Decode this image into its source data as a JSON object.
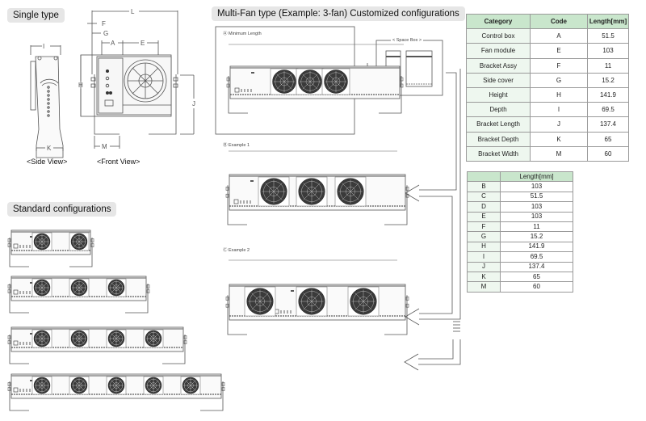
{
  "sections": {
    "single_type": "Single type",
    "multi_fan": "Multi-Fan type (Example: 3-fan) Customized configurations",
    "standard": "Standard configurations"
  },
  "single_views": {
    "side_view": "<Side View>",
    "front_view": "<Front View>"
  },
  "multi_fan_examples": {
    "a_label": "Ⓐ Minimum Length",
    "space_box": "< Space Box >",
    "b_label": "Ⓑ Example 1",
    "c_label": "Ⓒ Example 2"
  },
  "dimension_letters": [
    "A",
    "B",
    "C",
    "D",
    "E",
    "F",
    "G",
    "H",
    "I",
    "J",
    "K",
    "L",
    "M"
  ],
  "standard_configurations": [
    {
      "fans": 2
    },
    {
      "fans": 3
    },
    {
      "fans": 4
    },
    {
      "fans": 5
    }
  ],
  "category_table": {
    "headers": [
      "Category",
      "Code",
      "Length[mm]"
    ],
    "rows": [
      {
        "category": "Control box",
        "code": "A",
        "length": "51.5"
      },
      {
        "category": "Fan module",
        "code": "E",
        "length": "103"
      },
      {
        "category": "Bracket Assy",
        "code": "F",
        "length": "11"
      },
      {
        "category": "Side cover",
        "code": "G",
        "length": "15.2"
      },
      {
        "category": "Height",
        "code": "H",
        "length": "141.9"
      },
      {
        "category": "Depth",
        "code": "I",
        "length": "69.5"
      },
      {
        "category": "Bracket Length",
        "code": "J",
        "length": "137.4"
      },
      {
        "category": "Bracket Depth",
        "code": "K",
        "length": "65"
      },
      {
        "category": "Bracket Width",
        "code": "M",
        "length": "60"
      }
    ]
  },
  "length_table": {
    "headers": [
      "",
      "Length[mm]"
    ],
    "rows": [
      {
        "code": "B",
        "length": "103"
      },
      {
        "code": "C",
        "length": "51.5"
      },
      {
        "code": "D",
        "length": "103"
      },
      {
        "code": "E",
        "length": "103"
      },
      {
        "code": "F",
        "length": "11"
      },
      {
        "code": "G",
        "length": "15.2"
      },
      {
        "code": "H",
        "length": "141.9"
      },
      {
        "code": "I",
        "length": "69.5"
      },
      {
        "code": "J",
        "length": "137.4"
      },
      {
        "code": "K",
        "length": "65"
      },
      {
        "code": "M",
        "length": "60"
      }
    ]
  },
  "colors": {
    "table_header": "#c9e6cc",
    "table_first_col": "#eef7ef",
    "label_bg": "#e6e6e6",
    "line": "#555555"
  }
}
